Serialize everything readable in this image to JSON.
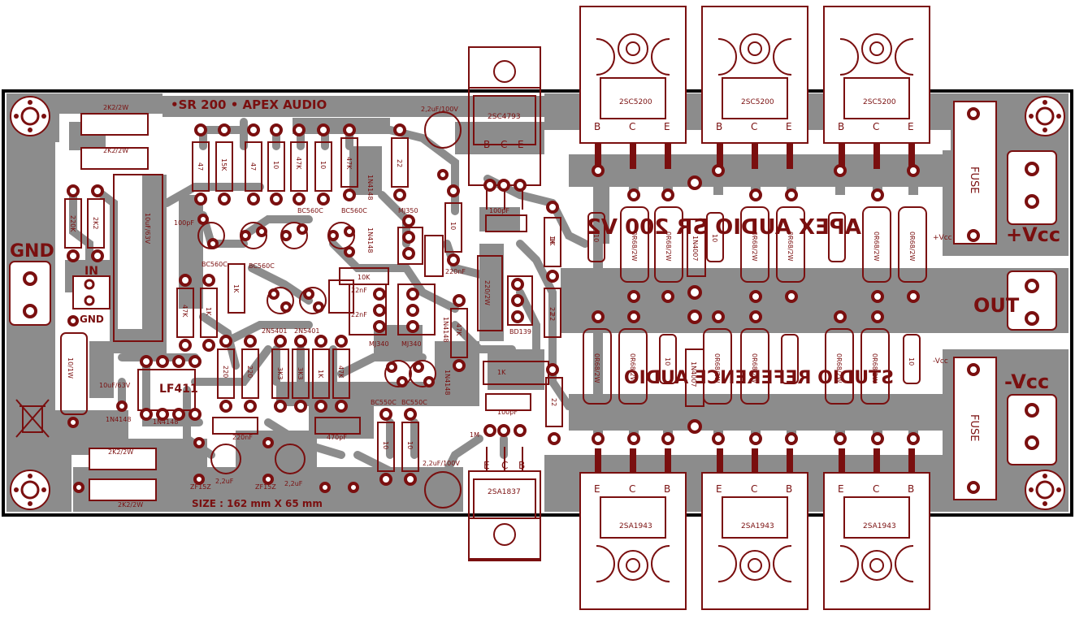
{
  "board": {
    "title": "•SR 200 • APEX AUDIO",
    "size_label": "SIZE : 162 mm X 65 mm",
    "mirror_text_top": "APEX AUDIO SR 200 V2",
    "mirror_text_bottom": "STUDIO REFERENCE AUDIO"
  },
  "connectors": {
    "gnd": "GND",
    "in": "IN",
    "in_gnd": "GND",
    "vcc_pos": "+Vcc",
    "vcc_neg": "-Vcc",
    "out": "OUT",
    "vcc_pos_small": "+Vcc",
    "vcc_neg_small": "-Vcc"
  },
  "fuses": [
    "FUSE",
    "FUSE"
  ],
  "pin_labels": {
    "b": "B",
    "c": "C",
    "e": "E"
  },
  "transistors_top": [
    {
      "part": "2SC4793"
    },
    {
      "part": "2SC5200"
    },
    {
      "part": "2SC5200"
    },
    {
      "part": "2SC5200"
    }
  ],
  "transistors_bottom": [
    {
      "part": "2SA1837"
    },
    {
      "part": "2SA1943"
    },
    {
      "part": "2SA1943"
    },
    {
      "part": "2SA1943"
    }
  ],
  "small_transistors": [
    "BC560C",
    "BC560C",
    "BC560C",
    "BC560C",
    "2N5401",
    "2N5401",
    "BC550C",
    "BC550C",
    "MJ350",
    "MJ340",
    "MJ340",
    "BD139"
  ],
  "ic": "LF411",
  "resistors": [
    "2K2/2W",
    "2K2/2W",
    "47",
    "15K",
    "47",
    "10",
    "47K",
    "10",
    "47K",
    "22",
    "220K",
    "2K2",
    "47K",
    "1K",
    "1K",
    "10K",
    "10",
    "47K",
    "1K",
    "22",
    "1K",
    "10/1W",
    "220",
    "220",
    "3K3",
    "3K3",
    "1K",
    "47K",
    "10",
    "10",
    "220/2W",
    "2K2/2W",
    "2K2/2W",
    "1K",
    "22",
    "22",
    "0R68/2W",
    "0R68/2W",
    "0R68/2W",
    "0R68/2W",
    "0R68/2W",
    "0R68/2W",
    "0R68/2W",
    "0R68/2W",
    "0R68/2W",
    "0R68/2W",
    "0R68/2W",
    "0R68/2W",
    "10",
    "10",
    "10",
    "10",
    "1M"
  ],
  "capacitors": [
    "2,2uF/100V",
    "2,2uF/100V",
    "100pF",
    "100pF",
    "100pF",
    "10uF/63V",
    "10uF/63V",
    "220nF",
    "220nF",
    "22nF",
    "470pF",
    "2,2uF",
    "2,2uF",
    "22nF"
  ],
  "diodes": [
    "1N4148",
    "1N4148",
    "1N4148",
    "1N4148",
    "1N4148",
    "1N4148",
    "1N4007",
    "1N4007",
    "ZF15Z",
    "ZF15Z"
  ],
  "colors": {
    "copper": "#8c8c8c",
    "silk": "#7a0f0f",
    "board": "#ffffff",
    "outline": "#000000"
  }
}
